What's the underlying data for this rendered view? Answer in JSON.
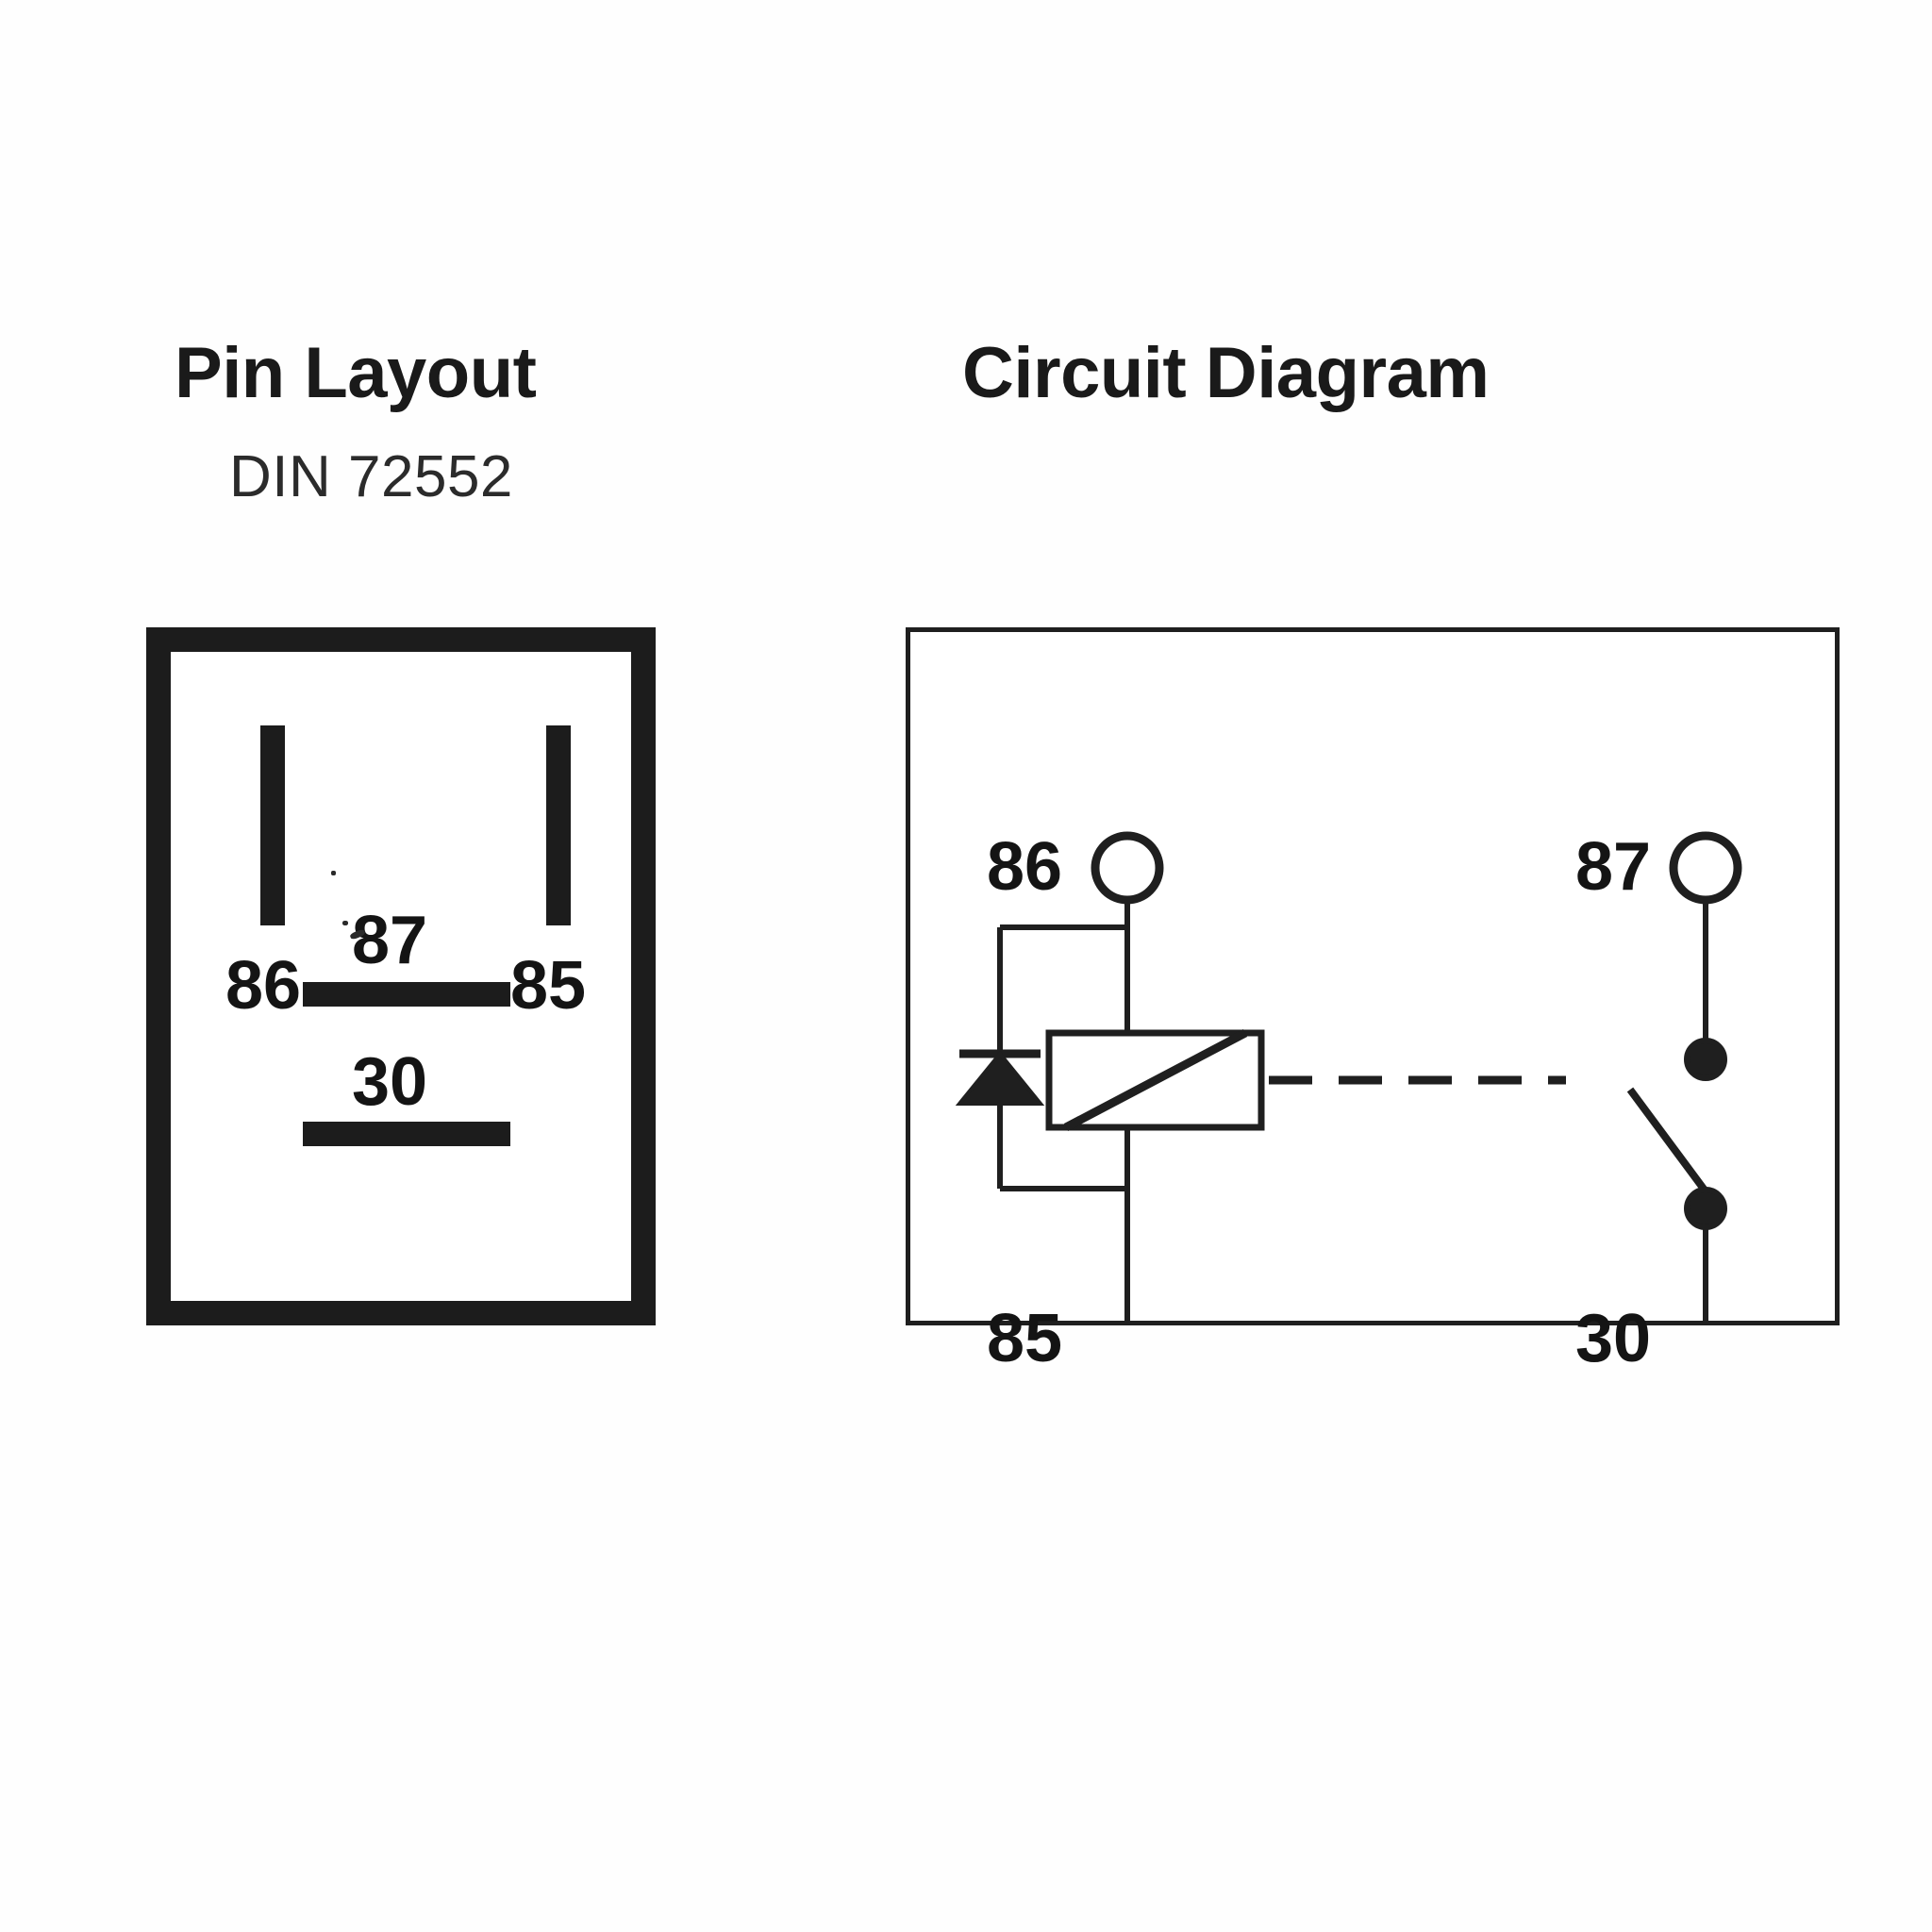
{
  "document": {
    "kind": "automotive-relay-reference-drawing",
    "background_color": "#ffffff",
    "ink_color": "#1c1c1c"
  },
  "pin_layout": {
    "title": "Pin Layout",
    "subtitle": "DIN 72552",
    "blades": [
      {
        "terminal": "86",
        "orientation": "vertical",
        "label_position": "below"
      },
      {
        "terminal": "85",
        "orientation": "vertical",
        "label_position": "below"
      },
      {
        "terminal": "87",
        "orientation": "horizontal",
        "label_position": "above"
      },
      {
        "terminal": "30",
        "orientation": "horizontal",
        "label_position": "above"
      }
    ],
    "labels": {
      "blade_86": "86",
      "blade_85": "85",
      "blade_87": "87",
      "blade_30": "30"
    }
  },
  "circuit_diagram": {
    "title": "Circuit Diagram",
    "terminals": [
      {
        "id": "86",
        "label": "86",
        "corner": "top-left",
        "symbol": "open-circle"
      },
      {
        "id": "87",
        "label": "87",
        "corner": "top-right",
        "symbol": "open-circle"
      },
      {
        "id": "85",
        "label": "85",
        "corner": "bottom-left",
        "symbol": "open-circle"
      },
      {
        "id": "30",
        "label": "30",
        "corner": "bottom-right",
        "symbol": "open-circle"
      }
    ],
    "components": [
      {
        "name": "flyback-diode",
        "type": "diode",
        "notes": "across coil, triangle pointing up toward cathode bar"
      },
      {
        "name": "relay-coil",
        "type": "coil-rectangle",
        "notes": "rectangle with diagonal stroke, between 86 and 85"
      },
      {
        "name": "mechanical-link",
        "type": "dashed-line",
        "notes": "dashed actuation link from coil to switch"
      },
      {
        "name": "switch-contact",
        "type": "spst-no-contact",
        "notes": "normally-open blade between 87 and 30"
      }
    ],
    "labels": {
      "terminal_86": "86",
      "terminal_87": "87",
      "terminal_85": "85",
      "terminal_30": "30"
    }
  }
}
